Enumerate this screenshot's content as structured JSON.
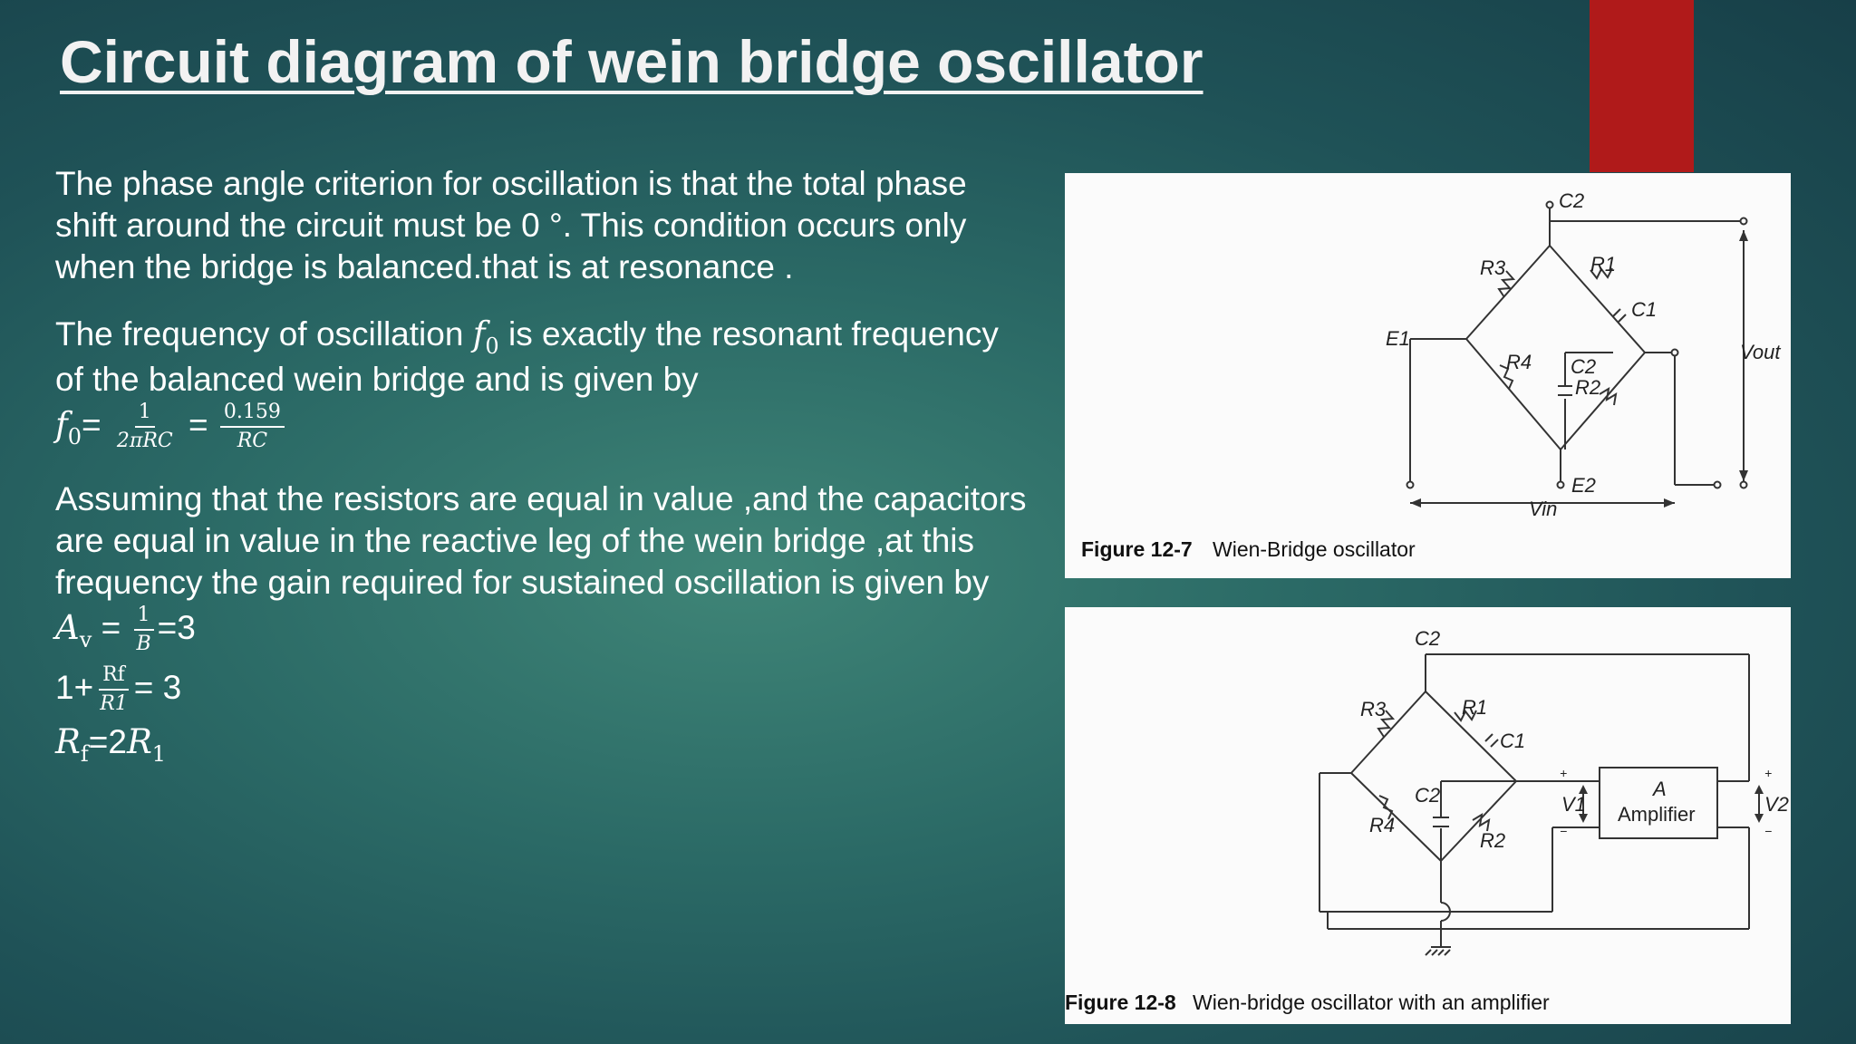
{
  "title": "Circuit diagram of wein bridge oscillator",
  "paragraphs": {
    "p1": "The phase angle criterion for oscillation is that the total phase shift around the circuit must be 0 °. This condition occurs only when the bridge is balanced.that is at resonance .",
    "p2_before": "The frequency of oscillation ",
    "p2_after": " is exactly the resonant frequency of the balanced wein bridge and is given by",
    "p3": "Assuming that the resistors are equal in value ,and the capacitors are equal in value in the reactive leg of the wein bridge ,at this frequency the gain required for sustained oscillation is given by"
  },
  "equations": {
    "f0_symbol": "f",
    "f0_sub": "0",
    "f0_eq": "=",
    "f0_frac1_num": "1",
    "f0_frac1_den": "2πRC",
    "f0_eq2": "=",
    "f0_frac2_num": "0.159",
    "f0_frac2_den": "RC",
    "av_symbol": "A",
    "av_sub": "v",
    "av_eq": " = ",
    "av_frac_num": "1",
    "av_frac_den": "B",
    "av_result": "=3",
    "rf_prefix": "1+",
    "rf_frac_num": "Rf",
    "rf_frac_den": "R1",
    "rf_result": "= 3",
    "rf_line_sym": "R",
    "rf_line_sub": "f",
    "rf_line_eq": "=2",
    "rf_line_sym2": "R",
    "rf_line_sub2": "1"
  },
  "figure1": {
    "caption_label": "Figure 12-7",
    "caption_text": "Wien-Bridge oscillator",
    "labels": {
      "c2_top": "C2",
      "r3": "R3",
      "r1": "R1",
      "c1": "C1",
      "e1": "E1",
      "r4": "R4",
      "c2_mid": "C2",
      "r2": "R2",
      "vout": "Vout",
      "e2": "E2",
      "vin": "Vin"
    }
  },
  "figure2": {
    "caption_label": "Figure 12-8",
    "caption_text": "Wien-bridge oscillator with an amplifier",
    "amp_a": "A",
    "amp_label": "Amplifier",
    "labels": {
      "c2_top": "C2",
      "r3": "R3",
      "r1": "R1",
      "c1": "C1",
      "r4": "R4",
      "c2_mid": "C2",
      "r2": "R2",
      "v1": "V1",
      "v2": "V2",
      "plus": "+",
      "minus": "−"
    }
  },
  "colors": {
    "accent_red": "#b01a1a",
    "background": "#2b6a66"
  }
}
